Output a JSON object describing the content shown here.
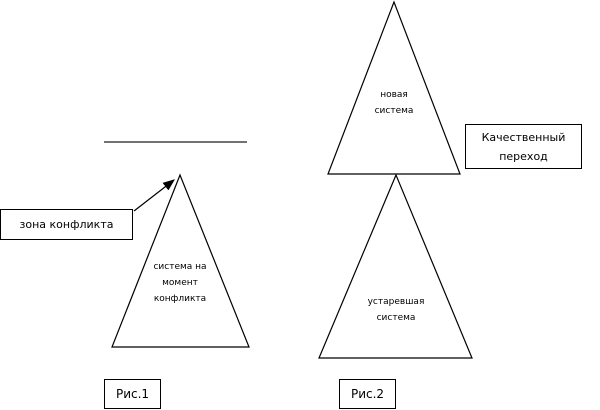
{
  "figure1": {
    "conflict_zone_label": "зона конфликта",
    "triangle_label_lines": [
      "система на",
      "момент",
      "конфликта"
    ],
    "caption": "Рис.1"
  },
  "figure2": {
    "top_triangle_label_lines": [
      "новая",
      "система"
    ],
    "bottom_triangle_label_lines": [
      "устаревшая",
      "система"
    ],
    "transition_label_lines": [
      "Качественный",
      "переход"
    ],
    "caption": "Рис.2"
  }
}
